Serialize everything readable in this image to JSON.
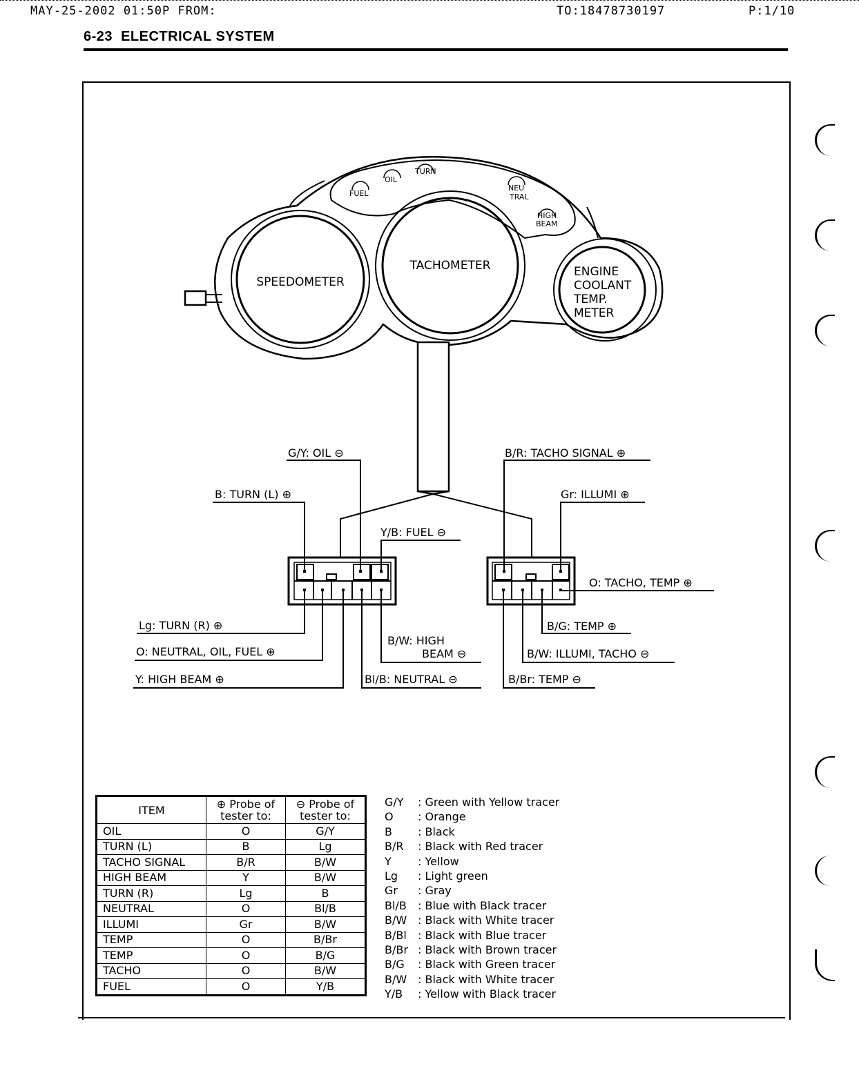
{
  "fax": {
    "left": "MAY-25-2002 01:50P FROM:",
    "to": "TO:18478730197",
    "page": "P:1/10"
  },
  "header": {
    "section": "6-23",
    "title": "ELECTRICAL SYSTEM"
  },
  "meter": {
    "speedometer": "SPEEDOMETER",
    "tachometer": "TACHOMETER",
    "coolant": [
      "ENGINE",
      "COOLANT",
      "TEMP.",
      "METER"
    ],
    "indicators": {
      "fuel": "FUEL",
      "oil": "OIL",
      "turn": "TURN",
      "neutral": [
        "NEU",
        "TRAL"
      ],
      "high_beam": [
        "HIGH",
        "BEAM"
      ]
    }
  },
  "wires": {
    "gy_oil": "G/Y: OIL ⊖",
    "b_turn_l": "B: TURN (L) ⊕",
    "yb_fuel": "Y/B: FUEL ⊖",
    "lg_turn_r": "Lg: TURN (R) ⊕",
    "o_neutral": "O: NEUTRAL, OIL, FUEL ⊕",
    "y_high_beam": "Y: HIGH BEAM ⊕",
    "bw_high_1": "B/W: HIGH",
    "bw_high_2": "BEAM ⊖",
    "blb_neutral": "Bl/B: NEUTRAL ⊖",
    "br_tacho": "B/R: TACHO SIGNAL ⊕",
    "gr_illumi": "Gr: ILLUMI ⊕",
    "o_tacho_temp": "O: TACHO, TEMP ⊕",
    "bg_temp": "B/G: TEMP ⊕",
    "bw_illumi_tacho": "B/W: ILLUMI, TACHO ⊖",
    "bbr_temp": "B/Br: TEMP ⊖"
  },
  "table": {
    "headers": [
      "ITEM",
      "⊕ Probe of tester to:",
      "⊖ Probe of tester to:"
    ],
    "header_lines": [
      [
        "ITEM"
      ],
      [
        "⊕ Probe of",
        "tester to:"
      ],
      [
        "⊖ Probe of",
        "tester to:"
      ]
    ],
    "rows": [
      [
        "OIL",
        "O",
        "G/Y"
      ],
      [
        "TURN (L)",
        "B",
        "Lg"
      ],
      [
        "TACHO SIGNAL",
        "B/R",
        "B/W"
      ],
      [
        "HIGH BEAM",
        "Y",
        "B/W"
      ],
      [
        "TURN (R)",
        "Lg",
        "B"
      ],
      [
        "NEUTRAL",
        "O",
        "Bl/B"
      ],
      [
        "ILLUMI",
        "Gr",
        "B/W"
      ],
      [
        "TEMP",
        "O",
        "B/Br"
      ],
      [
        "TEMP",
        "O",
        "B/G"
      ],
      [
        "TACHO",
        "O",
        "B/W"
      ],
      [
        "FUEL",
        "O",
        "Y/B"
      ]
    ]
  },
  "legend": [
    [
      "G/Y",
      ": Green with Yellow tracer"
    ],
    [
      "O",
      ": Orange"
    ],
    [
      "B",
      ": Black"
    ],
    [
      "B/R",
      ": Black with Red tracer"
    ],
    [
      "Y",
      ": Yellow"
    ],
    [
      "Lg",
      ": Light green"
    ],
    [
      "Gr",
      ": Gray"
    ],
    [
      "Bl/B",
      ": Blue with Black tracer"
    ],
    [
      "B/W",
      ": Black with White tracer"
    ],
    [
      "B/Bl",
      ": Black with Blue tracer"
    ],
    [
      "B/Br",
      ": Black with Brown tracer"
    ],
    [
      "B/G",
      ": Black with Green tracer"
    ],
    [
      "B/W",
      ": Black with White tracer"
    ],
    [
      "Y/B",
      ": Yellow with Black tracer"
    ]
  ]
}
